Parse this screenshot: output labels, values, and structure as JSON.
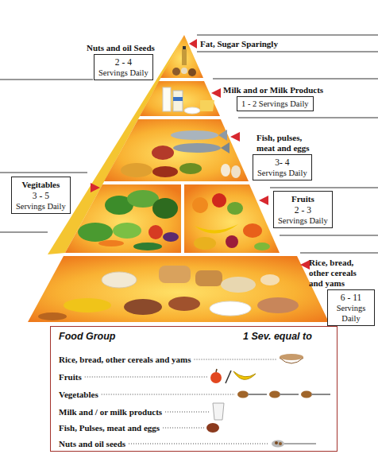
{
  "diagram": {
    "nodes": [
      {
        "text": [
          "Nuts and oil Seeds",
          "2 - 4",
          "Servings Daily"
        ]
      },
      {
        "text": [
          "Milk and or Milk Products",
          "1 - 2 Servings Daily"
        ]
      },
      {
        "text": [
          "Fish, pulses, meat and eggs",
          "3- 4",
          "Servings Daily"
        ]
      },
      {
        "text": [
          "Vegitables",
          "3 - 5",
          "Servings Daily"
        ]
      },
      {
        "text": [
          "Fruits",
          "2 - 3",
          "Servings Daily"
        ]
      },
      {
        "text": [
          "Rice, bread, other cereals and yams",
          "6 - 11",
          "Servings Daily"
        ]
      },
      {
        "text": [
          "Food Group",
          "1 Sev. equal to",
          "Rice, bread, other cereals and yams",
          "Fruits",
          "Vegetables",
          "Milk and / or milk products",
          "Fish, Pulses, meat and eggs",
          "Nuts and oil seeds"
        ]
      }
    ],
    "labels": [
      "Fat, Sugar Sparingly"
    ]
  }
}
